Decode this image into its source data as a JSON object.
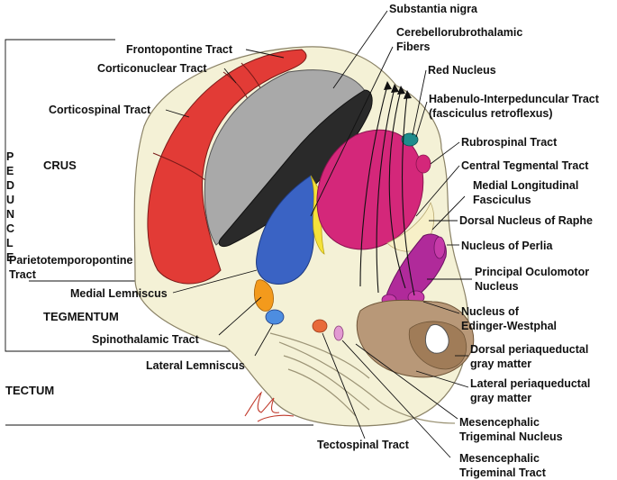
{
  "regions": {
    "peduncle_letters": [
      "P",
      "E",
      "D",
      "U",
      "N",
      "C",
      "L",
      "E"
    ],
    "crus": "CRUS",
    "tegmentum": "TEGMENTUM",
    "tectum": "TECTUM"
  },
  "labels": {
    "substantia_nigra": "Substantia nigra",
    "cerebellorubrothalamic_1": "Cerebellorubrothalamic",
    "cerebellorubrothalamic_2": "Fibers",
    "frontopontine": "Frontopontine Tract",
    "corticonuclear": "Corticonuclear Tract",
    "red_nucleus": "Red Nucleus",
    "habenulo_1": "Habenulo-Interpeduncular Tract",
    "habenulo_2": "(fasciculus retroflexus)",
    "corticospinal": "Corticospinal Tract",
    "rubrospinal": "Rubrospinal Tract",
    "central_tegmental": "Central Tegmental Tract",
    "mlf_1": "Medial Longitudinal",
    "mlf_2": "Fasciculus",
    "dorsal_raphe": "Dorsal Nucleus of Raphe",
    "perlia": "Nucleus of Perlia",
    "parietotemporopontine_1": "Parietotemporopontine",
    "parietotemporopontine_2": "Tract",
    "principal_oculomotor_1": "Principal Oculomotor",
    "principal_oculomotor_2": "Nucleus",
    "medial_lemniscus": "Medial Lemniscus",
    "edinger_1": "Nucleus of",
    "edinger_2": "Edinger-Westphal",
    "spinothalamic": "Spinothalamic Tract",
    "dorsal_pag_1": "Dorsal periaqueductal",
    "dorsal_pag_2": "gray matter",
    "lateral_lemniscus": "Lateral Lemniscus",
    "lateral_pag_1": "Lateral periaqueductal",
    "lateral_pag_2": "gray matter",
    "mes_trig_nucleus_1": "Mesencephalic",
    "mes_trig_nucleus_2": "Trigeminal Nucleus",
    "tectospinal": "Tectospinal Tract",
    "mes_trig_tract_1": "Mesencephalic",
    "mes_trig_tract_2": "Trigeminal Tract"
  },
  "colors": {
    "crus_red": "#e23b36",
    "substantia_gray": "#a9a9a9",
    "substantia_black": "#2a2a2a",
    "lemniscus_blue": "#3a63c4",
    "spinothalamic_orange": "#f39a1c",
    "red_nucleus_magenta": "#d4277a",
    "oculomotor_purple": "#b02a9a",
    "pag_tan": "#b89878",
    "teal": "#1f8c8c",
    "background_tissue": "#f4f1d6"
  }
}
